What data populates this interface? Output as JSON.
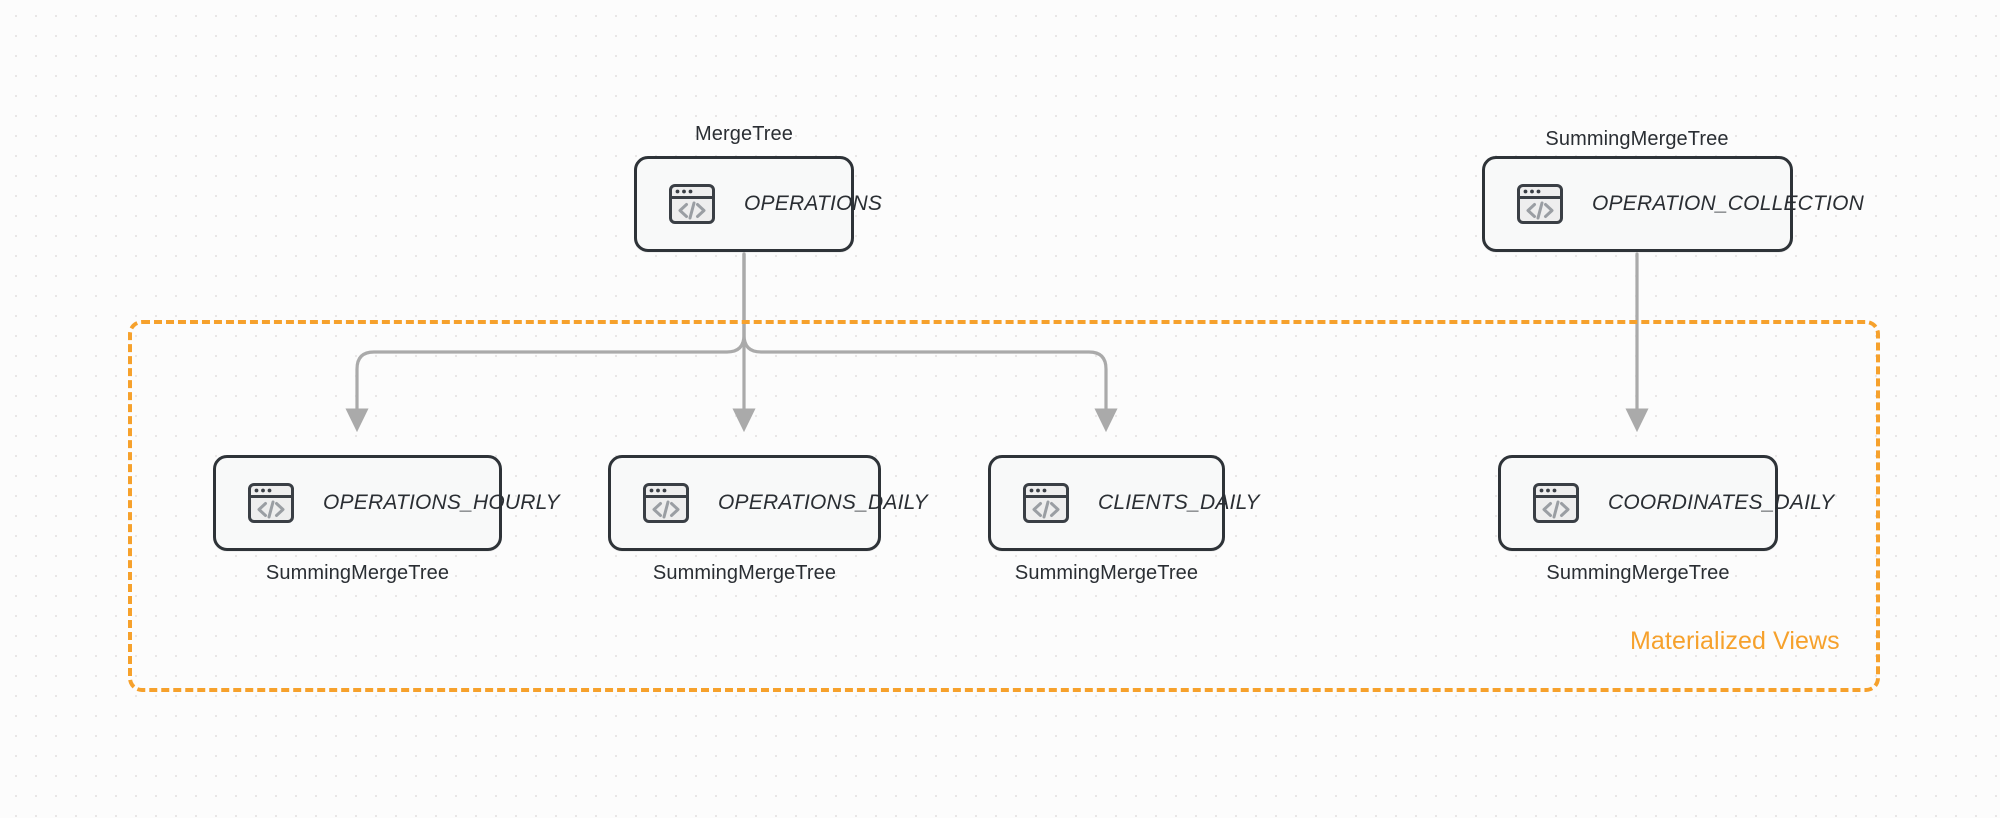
{
  "diagram": {
    "title": "ClickHouse table and materialized view topology",
    "background_color": "#fcfcfc",
    "accent_color": "#f6a12c",
    "node_border_color": "#2e3338",
    "node_fill_color": "#f8f9f9",
    "connector_color": "#aaaaaa"
  },
  "group": {
    "label": "Materialized Views",
    "color": "#f6a12c",
    "style": "dashed"
  },
  "icons": {
    "code_window": "code-window-icon"
  },
  "nodes": [
    {
      "id": "operations",
      "name": "OPERATIONS",
      "engine": "MergeTree",
      "engine_position": "above",
      "icon": "code-window-icon"
    },
    {
      "id": "operation_collection",
      "name": "OPERATION_COLLECTION",
      "engine": "SummingMergeTree",
      "engine_position": "above",
      "icon": "code-window-icon"
    },
    {
      "id": "operations_hourly",
      "name": "OPERATIONS_HOURLY",
      "engine": "SummingMergeTree",
      "engine_position": "below",
      "icon": "code-window-icon"
    },
    {
      "id": "operations_daily",
      "name": "OPERATIONS_DAILY",
      "engine": "SummingMergeTree",
      "engine_position": "below",
      "icon": "code-window-icon"
    },
    {
      "id": "clients_daily",
      "name": "CLIENTS_DAILY",
      "engine": "SummingMergeTree",
      "engine_position": "below",
      "icon": "code-window-icon"
    },
    {
      "id": "coordinates_daily",
      "name": "COORDINATES_DAILY",
      "engine": "SummingMergeTree",
      "engine_position": "below",
      "icon": "code-window-icon"
    }
  ],
  "edges": [
    {
      "from": "operations",
      "to": "operations_hourly"
    },
    {
      "from": "operations",
      "to": "operations_daily"
    },
    {
      "from": "operations",
      "to": "clients_daily"
    },
    {
      "from": "operation_collection",
      "to": "coordinates_daily"
    }
  ]
}
